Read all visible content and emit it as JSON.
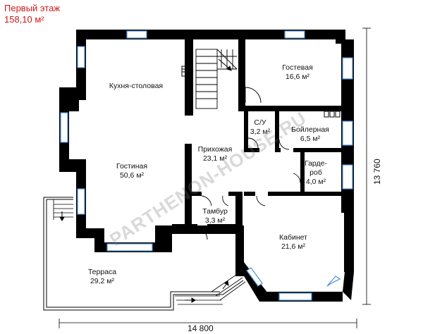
{
  "floor": {
    "title": "Первый этаж",
    "area": "158,10 м²"
  },
  "rooms": [
    {
      "id": "kitchen",
      "name": "Кухня-столовая",
      "area": ""
    },
    {
      "id": "guest",
      "name": "Гостевая",
      "area": "16,6 м²"
    },
    {
      "id": "wc",
      "name": "С/У",
      "area": "3,2 м²"
    },
    {
      "id": "boiler",
      "name": "Бойлерная",
      "area": "6,5 м²"
    },
    {
      "id": "hall",
      "name": "Прихожая",
      "area": "23,1 м²"
    },
    {
      "id": "living",
      "name": "Гостиная",
      "area": "50,6 м²"
    },
    {
      "id": "wardrobe",
      "name": "Гарде-\nроб",
      "area": "4,0 м²"
    },
    {
      "id": "vestibule",
      "name": "Тамбур",
      "area": "3,3 м²"
    },
    {
      "id": "office",
      "name": "Кабинет",
      "area": "21,6 м²"
    },
    {
      "id": "terrace",
      "name": "Терраса",
      "area": "29,2 м²"
    }
  ],
  "dimensions": {
    "width": "14 800",
    "depth": "13 760"
  },
  "watermark": "PARTHENON-HOUSE.RU",
  "colors": {
    "wall": "#000000",
    "window": "#4a90d9",
    "title": "#d01818"
  }
}
